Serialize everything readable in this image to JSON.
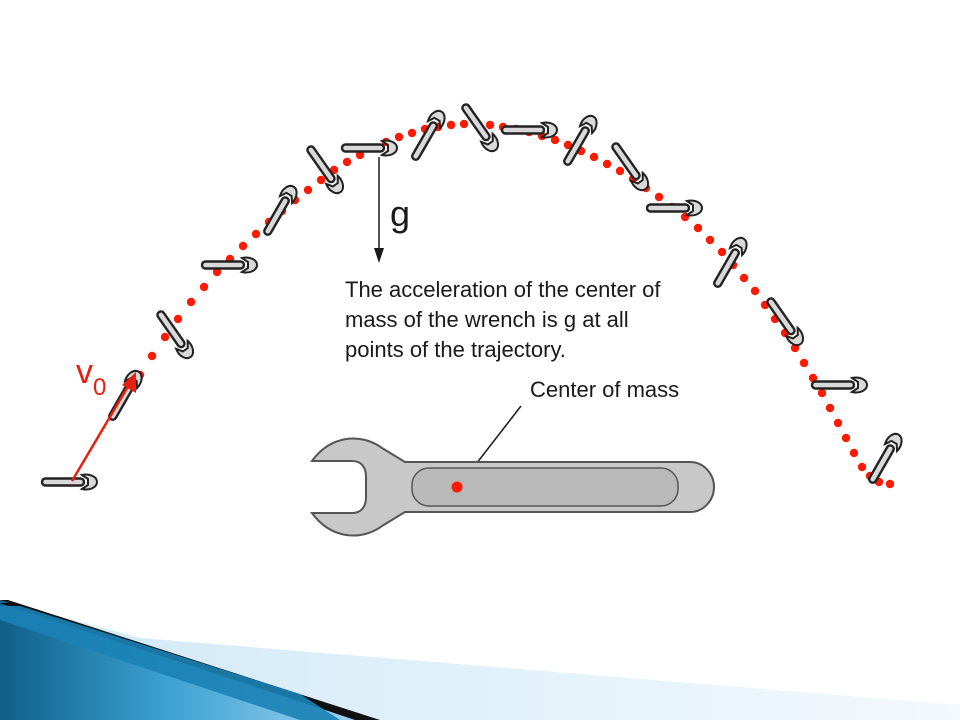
{
  "labels": {
    "velocity_symbol": "v",
    "velocity_subscript": "0",
    "gravity_symbol": "g",
    "description_lines": [
      "The acceleration of the center of",
      "mass of the wrench is g at all",
      "points of the trajectory."
    ],
    "center_of_mass": "Center of mass"
  },
  "colors": {
    "trajectory_dots": "#ff1a00",
    "velocity_arrow": "#e81e10",
    "wrench_body": "#c8c8c8",
    "wrench_outline": "#555555",
    "banner_dark": "#0a0a0a",
    "banner_blue": "#1f7fb0",
    "banner_light": "#a9d6ef"
  }
}
